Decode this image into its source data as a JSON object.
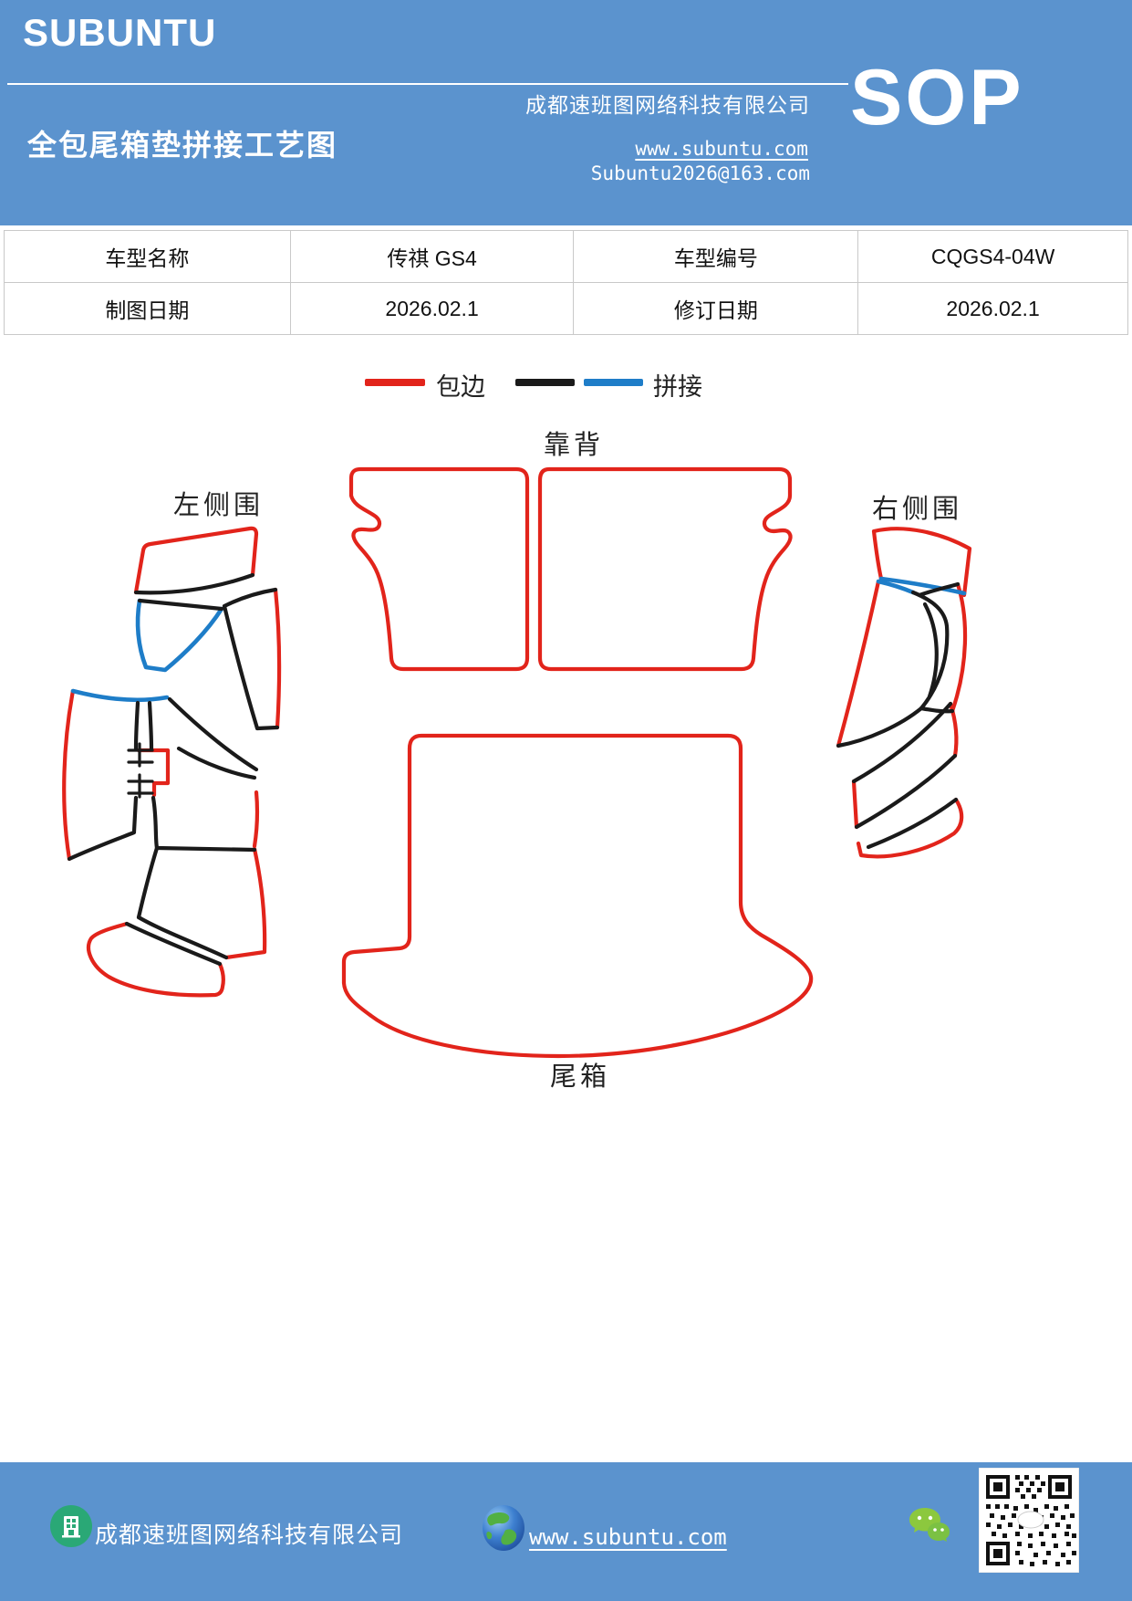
{
  "header": {
    "logo": "SUBUNTU",
    "title": "全包尾箱垫拼接工艺图",
    "company": "成都速班图网络科技有限公司",
    "website": "www.subuntu.com",
    "email": "Subuntu2026@163.com",
    "sop_label": "SOP",
    "bg_color": "#5b93ce"
  },
  "info_table": {
    "rows": [
      {
        "cells": [
          "车型名称",
          "传祺 GS4",
          "车型编号",
          "CQGS4-04W"
        ]
      },
      {
        "cells": [
          "制图日期",
          "2026.02.1",
          "修订日期",
          "2026.02.1"
        ]
      }
    ]
  },
  "legend": {
    "items": [
      {
        "label": "包边",
        "colors": [
          "#e2241b"
        ]
      },
      {
        "label": "拼接",
        "colors": [
          "#1a1a1a",
          "#1e7dc8"
        ]
      }
    ]
  },
  "diagram": {
    "labels": {
      "backrest": "靠背",
      "left_side": "左侧围",
      "right_side": "右侧围",
      "trunk": "尾箱"
    },
    "line_colors": {
      "edge_binding_red": "#e2241b",
      "stitch_black": "#1a1a1a",
      "stitch_blue": "#1e7dc8"
    }
  },
  "footer": {
    "company": "成都速班图网络科技有限公司",
    "website": "www.subuntu.com",
    "bg_color": "#5b93ce"
  }
}
